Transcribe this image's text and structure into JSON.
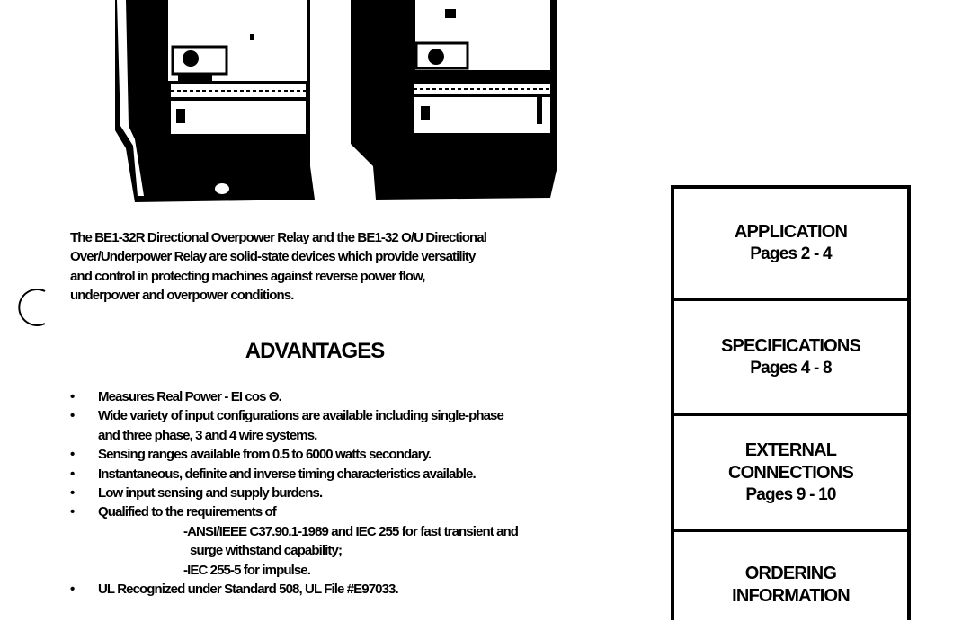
{
  "intro": {
    "lines": [
      "The BE1-32R Directional Overpower Relay and the BE1-32 O/U Directional",
      "Over/Underpower Relay are solid-state devices which provide versatility",
      "and control in protecting machines against reverse power flow,",
      "underpower and overpower conditions."
    ]
  },
  "advantages": {
    "heading": "ADVANTAGES",
    "bullet_glyph": "•",
    "items": [
      {
        "lines": [
          "Measures Real Power - EI cos Θ."
        ]
      },
      {
        "lines": [
          "Wide variety of input configurations are available including single-phase",
          "and three phase, 3 and 4 wire systems."
        ]
      },
      {
        "lines": [
          "Sensing ranges available from 0.5 to 6000 watts secondary."
        ]
      },
      {
        "lines": [
          "Instantaneous, definite and inverse timing characteristics available."
        ]
      },
      {
        "lines": [
          "Low input sensing and supply burdens."
        ]
      },
      {
        "lines": [
          "Qualified to the requirements of"
        ],
        "sub": [
          "-ANSI/IEEE C37.90.1-1989 and IEC 255 for fast transient and",
          " surge withstand capability;",
          "-IEC 255-5 for impulse."
        ]
      },
      {
        "lines": [
          "UL Recognized under Standard 508, UL File #E97033."
        ]
      }
    ]
  },
  "toc": [
    {
      "title": [
        "APPLICATION"
      ],
      "pages": "Pages 2 - 4"
    },
    {
      "title": [
        "SPECIFICATIONS"
      ],
      "pages": "Pages 4 - 8"
    },
    {
      "title": [
        "EXTERNAL",
        "CONNECTIONS"
      ],
      "pages": "Pages 9 - 10"
    },
    {
      "title": [
        "ORDERING",
        "INFORMATION"
      ],
      "pages": ""
    }
  ]
}
